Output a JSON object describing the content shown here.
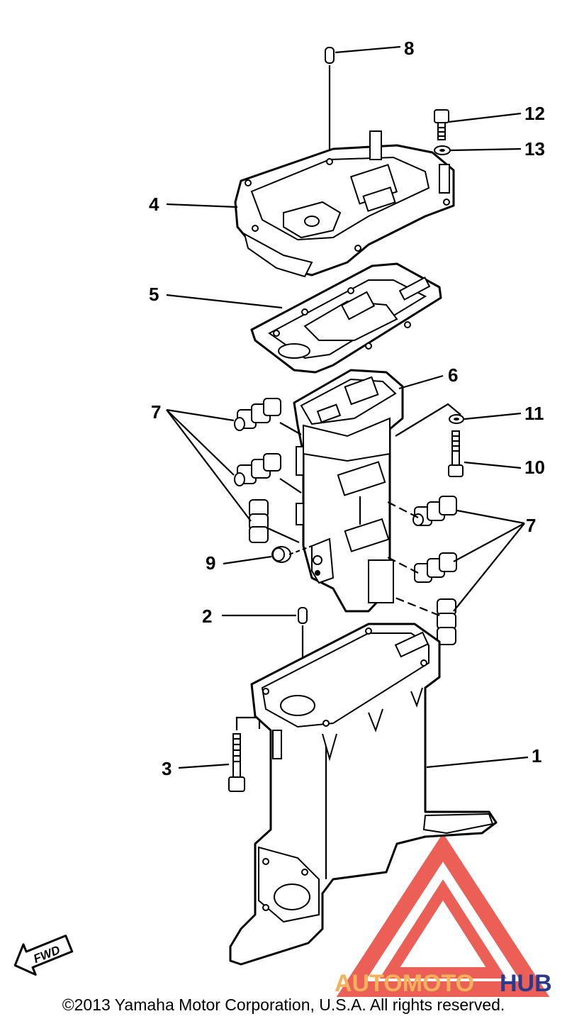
{
  "diagram": {
    "callouts": [
      {
        "id": "1",
        "label": "1"
      },
      {
        "id": "2",
        "label": "2"
      },
      {
        "id": "3",
        "label": "3"
      },
      {
        "id": "4",
        "label": "4"
      },
      {
        "id": "5",
        "label": "5"
      },
      {
        "id": "6",
        "label": "6"
      },
      {
        "id": "7a",
        "label": "7"
      },
      {
        "id": "7b",
        "label": "7"
      },
      {
        "id": "8",
        "label": "8"
      },
      {
        "id": "9",
        "label": "9"
      },
      {
        "id": "10",
        "label": "10"
      },
      {
        "id": "11",
        "label": "11"
      },
      {
        "id": "12",
        "label": "12"
      },
      {
        "id": "13",
        "label": "13"
      }
    ],
    "fwd_label": "FWD"
  },
  "watermark": {
    "part1": "AUTOMOTO",
    "part2": "HUB",
    "color1": "#f5b25a",
    "color2": "#2b3a8c",
    "logo_color": "#e8443a"
  },
  "footer": {
    "copyright": "©2013 Yamaha Motor Corporation, U.S.A. All rights reserved."
  }
}
